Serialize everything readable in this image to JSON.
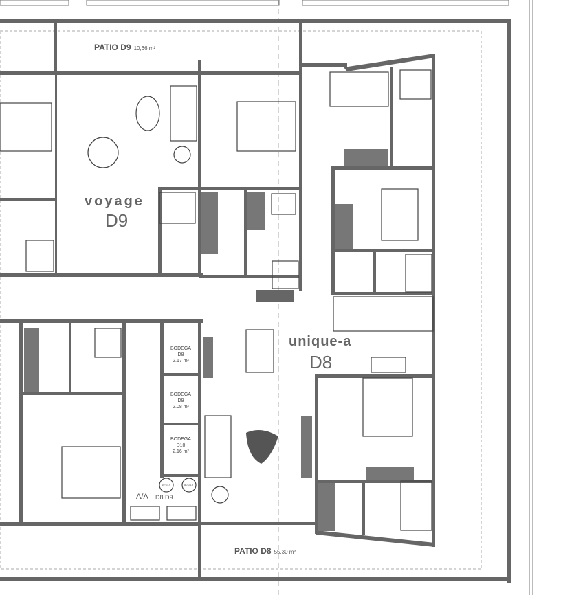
{
  "patios": [
    {
      "name": "PATIO D9",
      "area": "10,66 m²"
    },
    {
      "name": "PATIO D8",
      "area": "55,30 m²"
    }
  ],
  "units": [
    {
      "name": "voyage",
      "code": "D9"
    },
    {
      "name": "unique-a",
      "code": "D8"
    }
  ],
  "storage": [
    {
      "title": "BODEGA",
      "unit": "D8",
      "area": "2.17 m²"
    },
    {
      "title": "BODEGA",
      "unit": "D9",
      "area": "2.08 m²"
    },
    {
      "title": "BODEGA",
      "unit": "D10",
      "area": "2.16 m²"
    }
  ],
  "ac": {
    "label": "A/A",
    "units": "D8 D9",
    "meters": [
      "10 GL9",
      "80 GL9"
    ]
  },
  "colors": {
    "wall": "#666666",
    "furniture": "#444444",
    "line": "#999999"
  }
}
